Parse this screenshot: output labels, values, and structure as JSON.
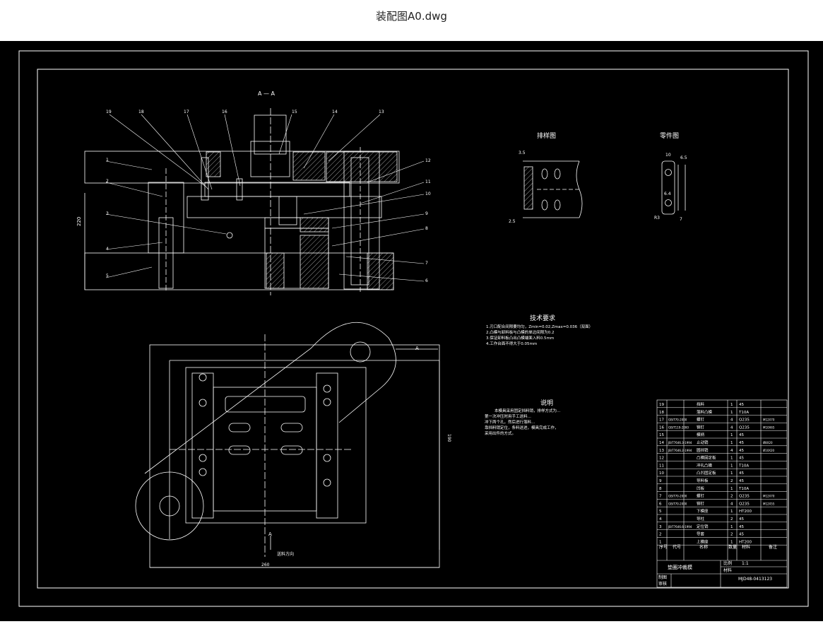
{
  "window": {
    "title": "装配图A0.dwg"
  },
  "drawing": {
    "section_label": "A — A",
    "layout_label": "排样图",
    "part_label": "零件图",
    "tech_title": "技术要求",
    "tech_lines": [
      "1.刃口配合间隙要均匀，Zmin=0.02,Zmax=0.036（双面）",
      "2.凸模与卸料板与凸模的单边间隙为0.2",
      "3.保证卸料板凸出凸模端面入料0.5mm",
      "4.工作台面不得大于0.05mm"
    ],
    "notes_title": "说明",
    "notes_lines": [
      "本模具采用固定挡料销，排样方式为…",
      "第一次冲压时用手工送料…",
      "冲下两个孔，然后进行落料…",
      "靠挡料销定位，条料送进，模具完成工作，",
      "采用出件的方式。"
    ],
    "feed_label": "送料方向",
    "dim_width": "260",
    "dim_side": "190",
    "dim_height": "220",
    "dims_small": [
      "3.5",
      "2.5",
      "10",
      "6.5",
      "6.4",
      "R3",
      "7"
    ],
    "callouts": [
      "19",
      "18",
      "17",
      "16",
      "15",
      "14",
      "13",
      "12",
      "11",
      "10",
      "9",
      "8",
      "7",
      "6",
      "1",
      "2",
      "3",
      "4",
      "5"
    ],
    "section_marks": [
      "A",
      "A"
    ],
    "bom": {
      "rows": [
        [
          "19",
          "",
          "挡料",
          "1",
          "45",
          ""
        ],
        [
          "18",
          "",
          "落料凸模",
          "1",
          "T10A",
          ""
        ],
        [
          "17",
          "GB/T70-2000",
          "螺钉",
          "4",
          "Q235",
          "M12X70"
        ],
        [
          "16",
          "GB/T119-2000",
          "销钉",
          "4",
          "Q235",
          "M10X65"
        ],
        [
          "15",
          "",
          "模柄",
          "1",
          "45",
          ""
        ],
        [
          "14",
          "JB/T7646.3-1994",
          "止动销",
          "1",
          "45",
          "Ø8X20"
        ],
        [
          "13",
          "JB/T7646.2-1994",
          "圆挡销",
          "4",
          "45",
          "Ø10X20"
        ],
        [
          "12",
          "",
          "凸模固定板",
          "1",
          "45",
          ""
        ],
        [
          "11",
          "",
          "冲孔凸模",
          "1",
          "T10A",
          ""
        ],
        [
          "10",
          "",
          "凸凹固定板",
          "1",
          "45",
          ""
        ],
        [
          "9",
          "",
          "导料板",
          "2",
          "45",
          ""
        ],
        [
          "8",
          "",
          "凹板",
          "1",
          "T10A",
          ""
        ],
        [
          "7",
          "GB/T70-2000",
          "螺钉",
          "2",
          "Q235",
          "M12X70"
        ],
        [
          "6",
          "GB/T70-2000",
          "销钉",
          "4",
          "Q235",
          "M12X55"
        ],
        [
          "5",
          "",
          "下模座",
          "1",
          "HT200",
          ""
        ],
        [
          "4",
          "",
          "导柱",
          "2",
          "45",
          ""
        ],
        [
          "3",
          "JB/T7646.6-1994",
          "定位销",
          "1",
          "45",
          ""
        ],
        [
          "2",
          "",
          "导套",
          "2",
          "45",
          ""
        ],
        [
          "1",
          "",
          "上模座",
          "1",
          "HT200",
          ""
        ]
      ],
      "header": [
        "序号",
        "代号",
        "名称",
        "数量",
        "材料",
        "备注"
      ],
      "drawing_name": "垫圈冲裁模",
      "scale_label": "比例",
      "scale_value": "1:1",
      "material_label": "材料",
      "drawn_label": "制图",
      "checked_label": "审核",
      "drawing_no": "MJD48-0413123"
    }
  }
}
